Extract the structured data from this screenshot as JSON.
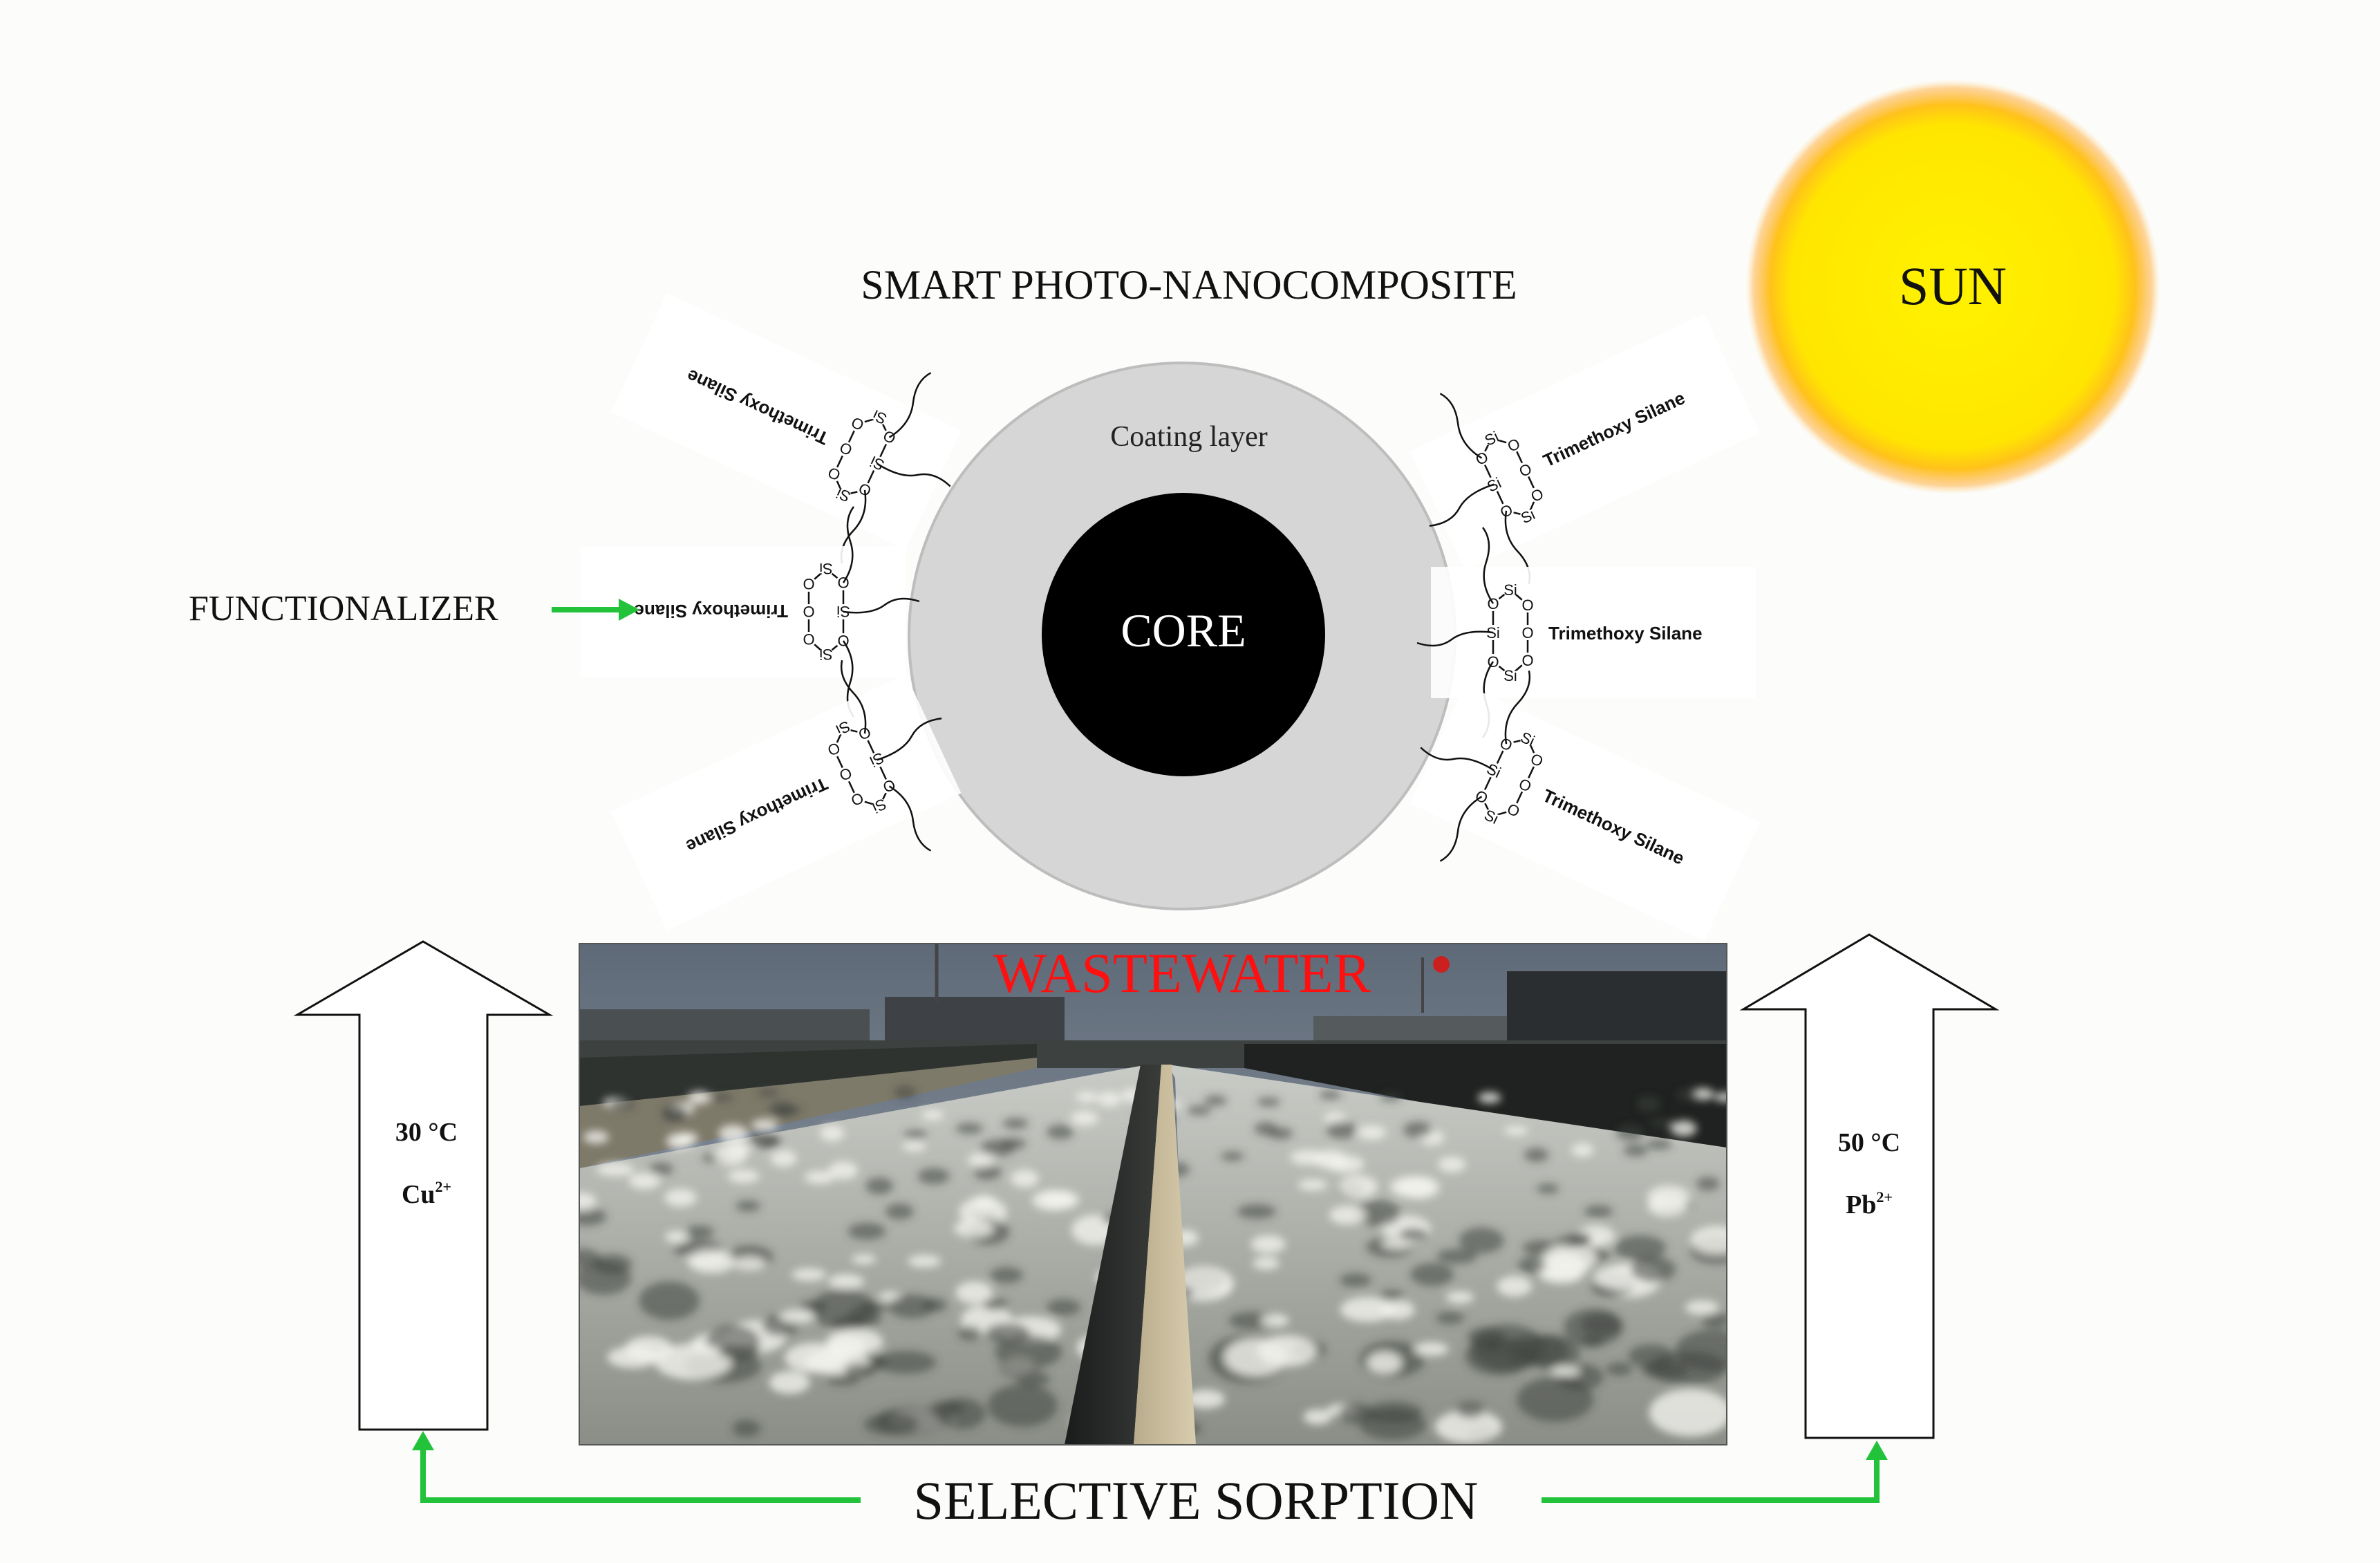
{
  "title": "SMART PHOTO-NANOCOMPOSITE",
  "sun": {
    "label": "SUN"
  },
  "particle": {
    "coating_label": "Coating layer",
    "core_label": "CORE"
  },
  "functionalizer": {
    "label": "FUNCTIONALIZER"
  },
  "silane": {
    "label": "Trimethoxy Silane",
    "atom_si": "Si",
    "atom_o": "O"
  },
  "wastewater": {
    "label": "WASTEWATER"
  },
  "left_arrow": {
    "temperature": "30 °C",
    "ion": "Cu",
    "charge": "2+"
  },
  "right_arrow": {
    "temperature": "50 °C",
    "ion": "Pb",
    "charge": "2+"
  },
  "bottom": {
    "label": "SELECTIVE SORPTION"
  },
  "colors": {
    "connector_green": "#22c33a",
    "wastewater_red": "#ff1010",
    "sun_yellow": "#ffe800",
    "sun_glow": "#ffb020",
    "coating_gray": "#d6d6d6",
    "core_black": "#000000"
  }
}
